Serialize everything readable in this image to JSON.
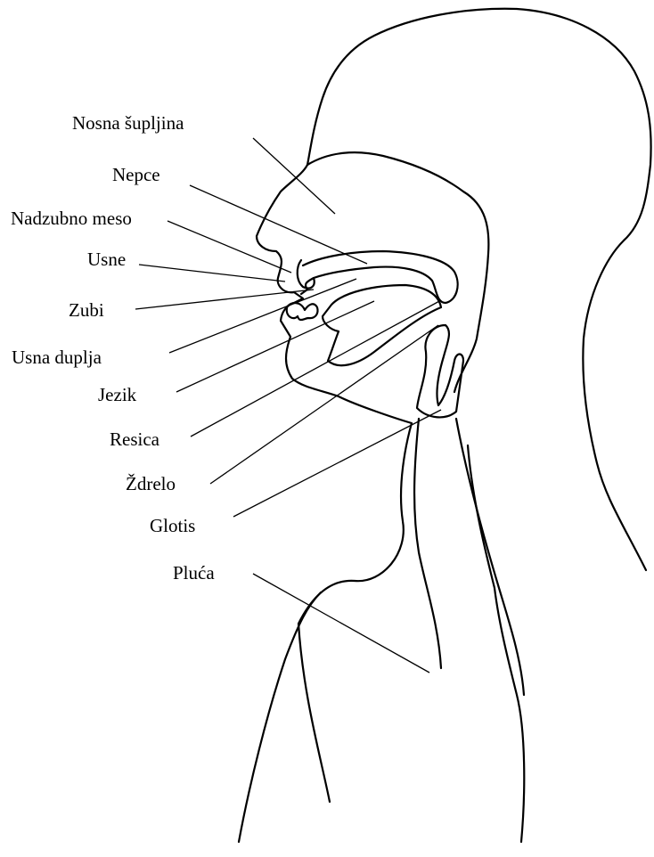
{
  "labels": {
    "nasal_cavity": "Nosna šupljina",
    "palate": "Nepce",
    "gums": "Nadzubno meso",
    "lips": "Usne",
    "teeth": "Zubi",
    "oral_cavity": "Usna duplja",
    "tongue": "Jezik",
    "uvula": "Resica",
    "pharynx": "Ždrelo",
    "glottis": "Glotis",
    "lungs": "Pluća"
  },
  "colors": {
    "line": "#000000",
    "background": "#ffffff"
  }
}
